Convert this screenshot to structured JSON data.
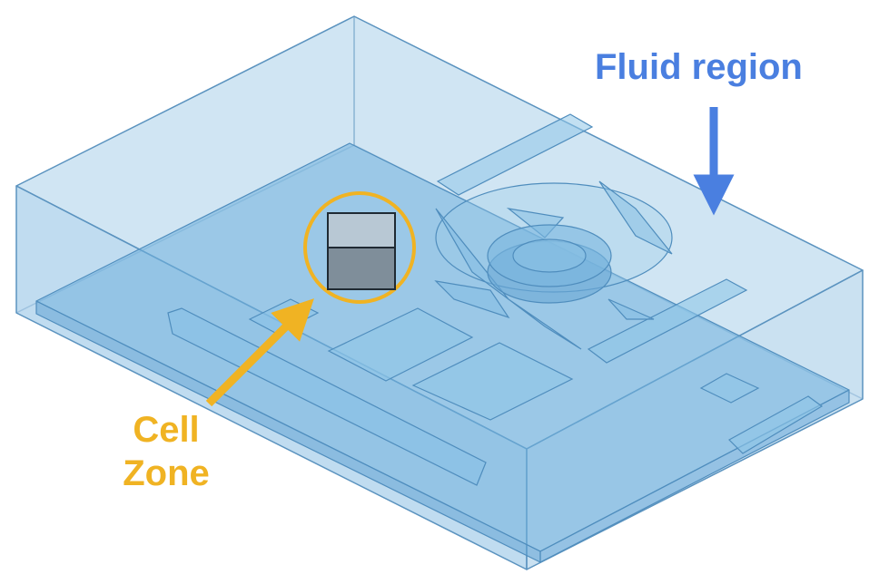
{
  "labels": {
    "fluid_region": "Fluid region",
    "cell_zone_line1": "Cell",
    "cell_zone_line2": "Zone"
  },
  "colors": {
    "fluid_label": "#4a7fe0",
    "cell_label": "#f0b323",
    "enclosure_fill": "#7fb6dc",
    "enclosure_edge": "#5b93bf",
    "cell_top": "#b8c8d4",
    "cell_bottom": "#7f8e9a"
  }
}
